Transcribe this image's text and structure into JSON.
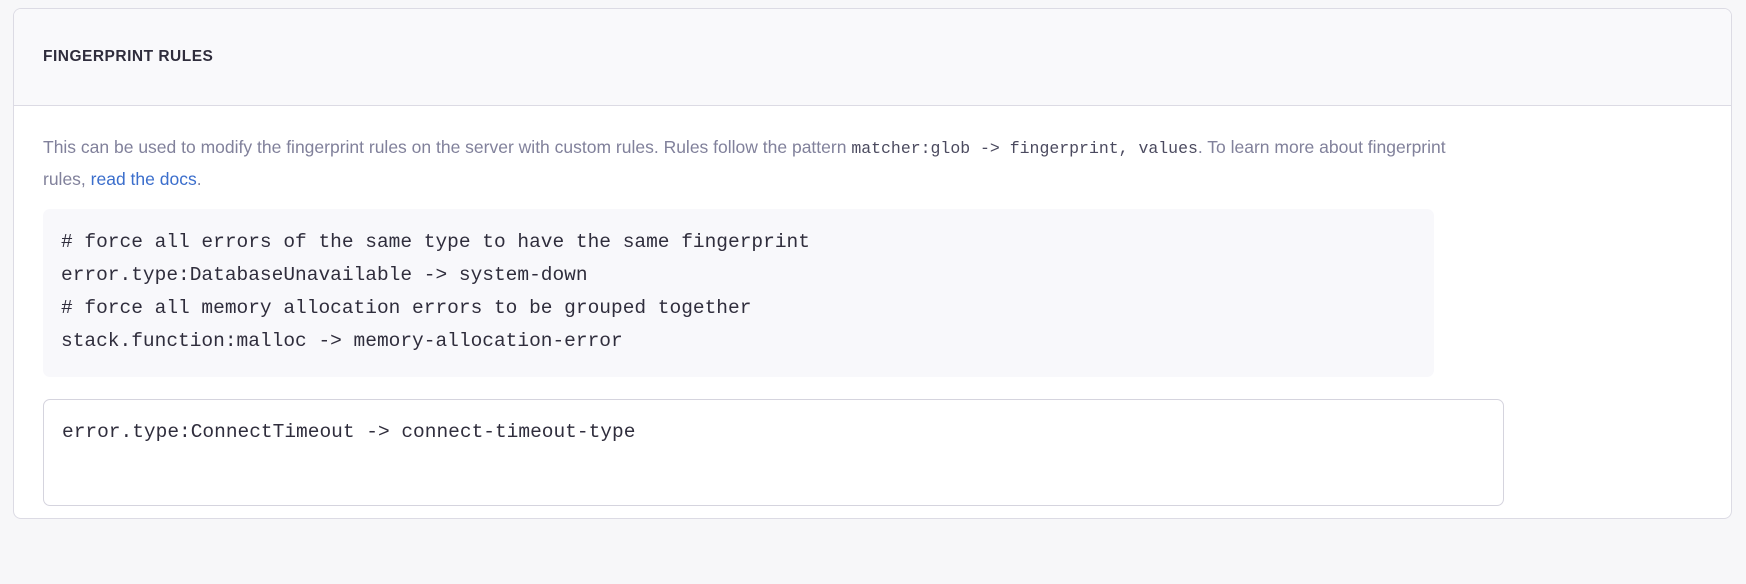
{
  "page": {
    "background_color": "#f7f7f9"
  },
  "panel": {
    "title": "FINGERPRINT RULES",
    "border_color": "#dcdbe4",
    "header_background": "#f9f9fb",
    "body_background": "#ffffff",
    "description": {
      "text_before_code": "This can be used to modify the fingerprint rules on the server with custom rules. Rules follow the pattern ",
      "inline_code": "matcher:glob -> fingerprint, values",
      "text_after_code": ". To learn more about fingerprint rules, ",
      "link_label": "read the docs",
      "link_color": "#3b6ecc",
      "text_after_link": ".",
      "text_color": "#81819b"
    },
    "example_code": {
      "background": "#f8f8fb",
      "text_color": "#2f2d3c",
      "lines": [
        "# force all errors of the same type to have the same fingerprint",
        "error.type:DatabaseUnavailable -> system-down",
        "# force all memory allocation errors to be grouped together",
        "stack.function:malloc -> memory-allocation-error"
      ]
    },
    "rules_input": {
      "value": "error.type:ConnectTimeout -> connect-timeout-type",
      "placeholder": "",
      "border_color": "#d5d4de",
      "background": "#ffffff",
      "text_color": "#2f2d3c"
    }
  }
}
